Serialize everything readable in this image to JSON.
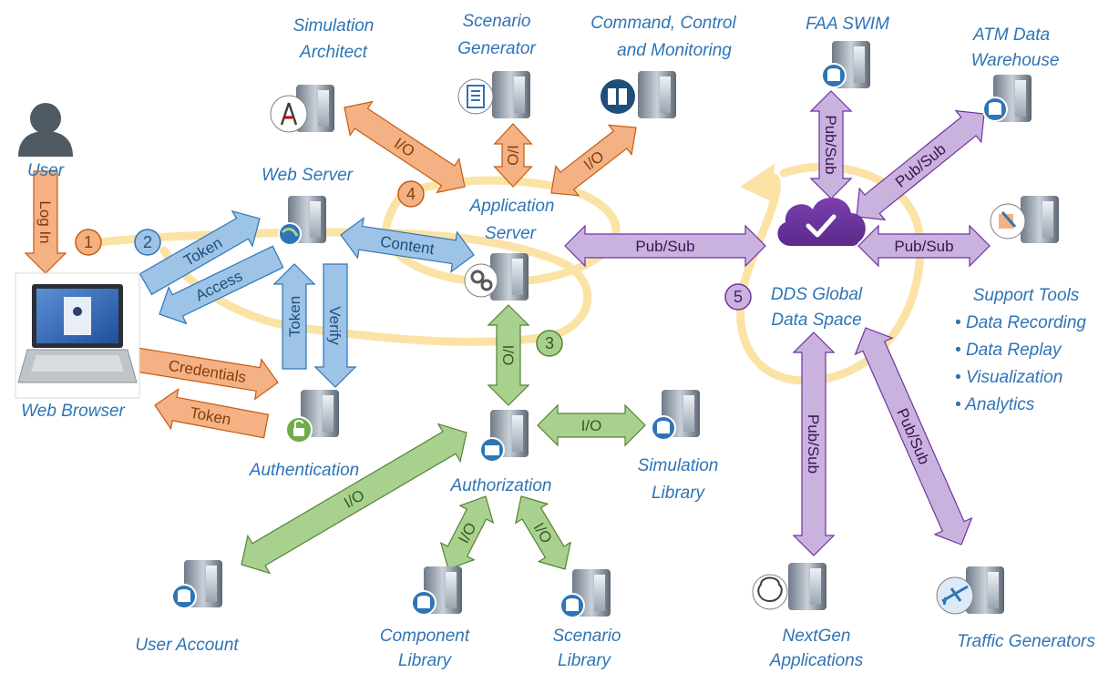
{
  "colors": {
    "orange": "#f4b183",
    "orange_stroke": "#c55a11",
    "blue": "#9dc3e6",
    "blue_stroke": "#2e75b6",
    "green": "#a9d18e",
    "green_stroke": "#548235",
    "purple": "#c9b3de",
    "purple_stroke": "#7030a0",
    "loop": "#fbe3a5",
    "label_text": "#2e74b5"
  },
  "nodes": {
    "user": "User",
    "web_browser": "Web Browser",
    "web_server": "Web Server",
    "authentication": "Authentication",
    "simulation_architect_1": "Simulation",
    "simulation_architect_2": "Architect",
    "scenario_generator_1": "Scenario",
    "scenario_generator_2": "Generator",
    "ccm_1": "Command,  Control",
    "ccm_2": "and Monitoring",
    "application_server_1": "Application",
    "application_server_2": "Server",
    "faa_swim": "FAA SWIM",
    "atm_1": "ATM Data",
    "atm_2": "Warehouse",
    "dds_1": "DDS Global",
    "dds_2": "Data Space",
    "support_tools": "Support Tools",
    "support_items": [
      "Data Recording",
      "Data Replay",
      "Visualization",
      "Analytics"
    ],
    "authorization": "Authorization",
    "simulation_library_1": "Simulation",
    "simulation_library_2": "Library",
    "user_account": "User Account",
    "component_library_1": "Component",
    "component_library_2": "Library",
    "scenario_library_1": "Scenario",
    "scenario_library_2": "Library",
    "nextgen_1": "NextGen",
    "nextgen_2": "Applications",
    "traffic_generators": "Traffic Generators"
  },
  "arrows": {
    "log_in": "Log In",
    "token": "Token",
    "access": "Access",
    "credentials": "Credentials",
    "content": "Content",
    "verify": "Verify",
    "io": "I/O",
    "pubsub": "Pub/Sub"
  },
  "steps": [
    "1",
    "2",
    "3",
    "4",
    "5"
  ]
}
